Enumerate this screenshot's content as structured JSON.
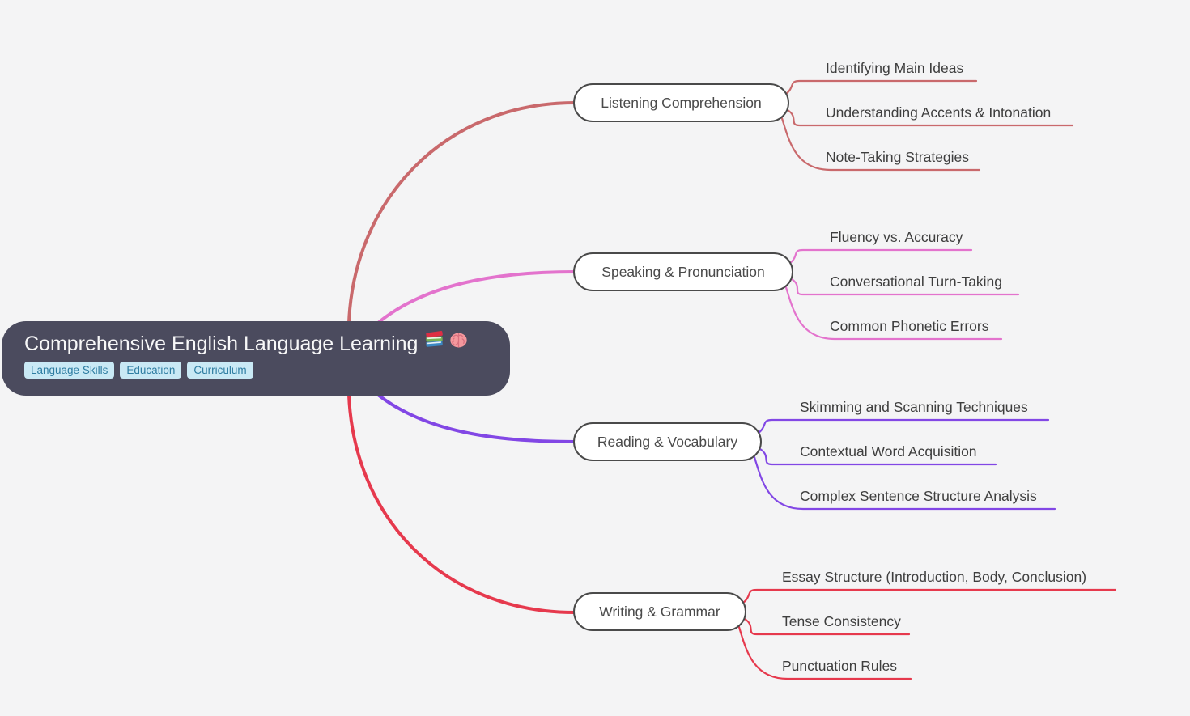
{
  "colors": {
    "page-bg": "#f4f4f5",
    "root-bg": "#4b4b5e",
    "root-text": "#f7f7f8",
    "tag-bg": "#c9e9f5",
    "tag-text": "#2e7da2",
    "node-bg": "#ffffff",
    "node-text": "#4a4a4a",
    "child-text": "#3e3e3e"
  },
  "root": {
    "title": "Comprehensive English Language Learning",
    "icons": [
      {
        "name": "books-icon",
        "glyph": "📚"
      },
      {
        "name": "brain-icon",
        "glyph": "🧠"
      }
    ],
    "tags": [
      "Language Skills",
      "Education",
      "Curriculum"
    ]
  },
  "branches": [
    {
      "label": "Listening Comprehension",
      "color": "#c9696c",
      "children": [
        "Identifying Main Ideas",
        "Understanding Accents & Intonation",
        "Note-Taking Strategies"
      ]
    },
    {
      "label": "Speaking & Pronunciation",
      "color": "#e373cd",
      "children": [
        "Fluency vs. Accuracy",
        "Conversational Turn-Taking",
        "Common Phonetic Errors"
      ]
    },
    {
      "label": "Reading & Vocabulary",
      "color": "#8247e5",
      "children": [
        "Skimming and Scanning Techniques",
        "Contextual Word Acquisition",
        "Complex Sentence Structure Analysis"
      ]
    },
    {
      "label": "Writing & Grammar",
      "color": "#e6394d",
      "children": [
        "Essay Structure (Introduction, Body, Conclusion)",
        "Tense Consistency",
        "Punctuation Rules"
      ]
    }
  ]
}
